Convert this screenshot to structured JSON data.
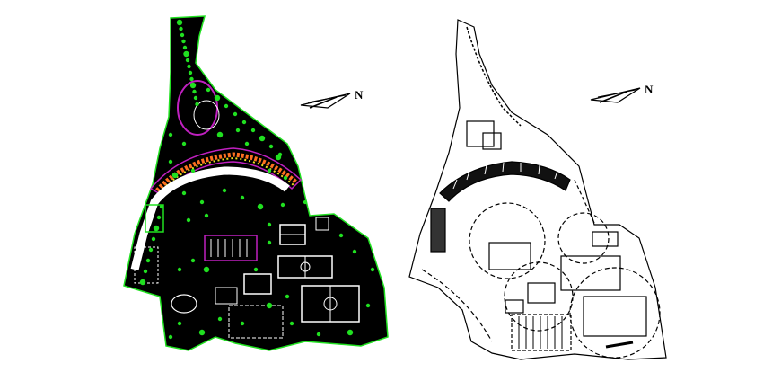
{
  "drawings": {
    "left": {
      "mode": "colored-site-plan",
      "north": {
        "label": "N"
      }
    },
    "right": {
      "mode": "line-site-plan",
      "north": {
        "label": "N"
      }
    }
  },
  "colors": {
    "site_fill": "#000000",
    "tree_green": "#20e020",
    "path_white": "#ffffff",
    "accent_magenta": "#c020c0",
    "accent_yellow": "#f0e020",
    "accent_orange": "#ff7020",
    "line": "#000000"
  }
}
